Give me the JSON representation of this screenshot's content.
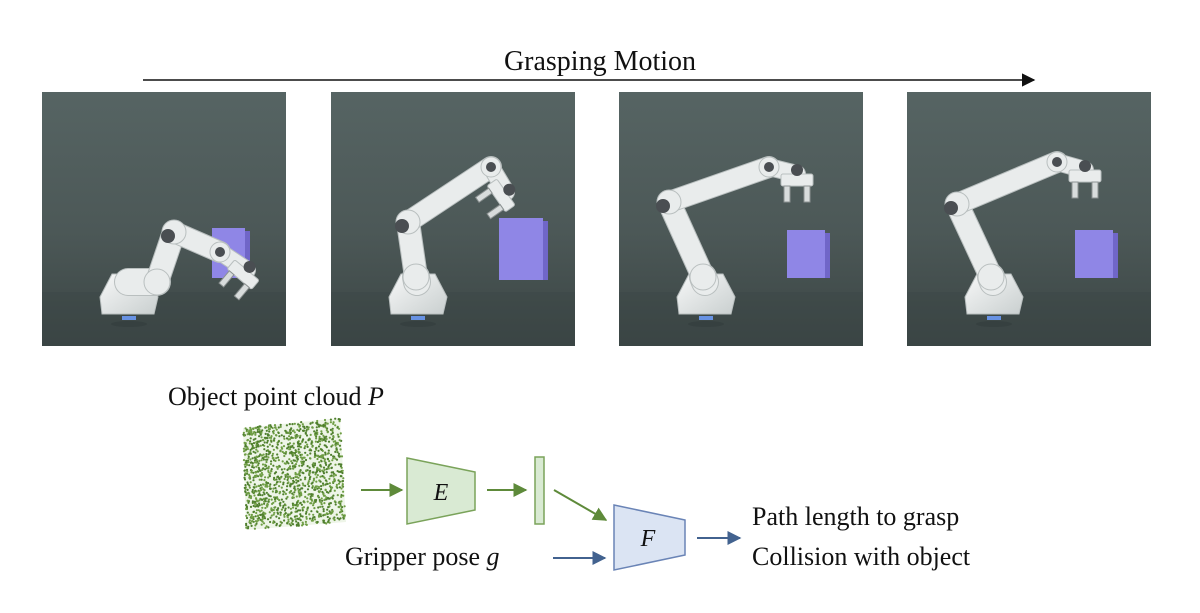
{
  "top": {
    "title": "Grasping Motion"
  },
  "frames": [
    {
      "name": "frame-1"
    },
    {
      "name": "frame-2"
    },
    {
      "name": "frame-3"
    },
    {
      "name": "frame-4"
    }
  ],
  "diagram": {
    "point_cloud_label": "Object point cloud ",
    "point_cloud_symbol": "P",
    "encoder_label": "E",
    "network_label": "F",
    "gripper_label": "Gripper pose ",
    "gripper_symbol": "g",
    "outputs": [
      "Path length to grasp",
      "Collision with object"
    ]
  },
  "colors": {
    "scene_bg": "#4f5c5a",
    "floor": "#3a4544",
    "robot": "#e9ecec",
    "robot_shadow": "#b9bfbf",
    "joint": "#4a4e52",
    "cube": "#8f86e6",
    "cube_side": "#7066c8",
    "green": "#5e8a3a",
    "green_fill": "#d9ead3",
    "green_stroke": "#7aa35a",
    "blue": "#42628f",
    "blue_fill": "#dbe4f3",
    "blue_stroke": "#6a84b6"
  }
}
